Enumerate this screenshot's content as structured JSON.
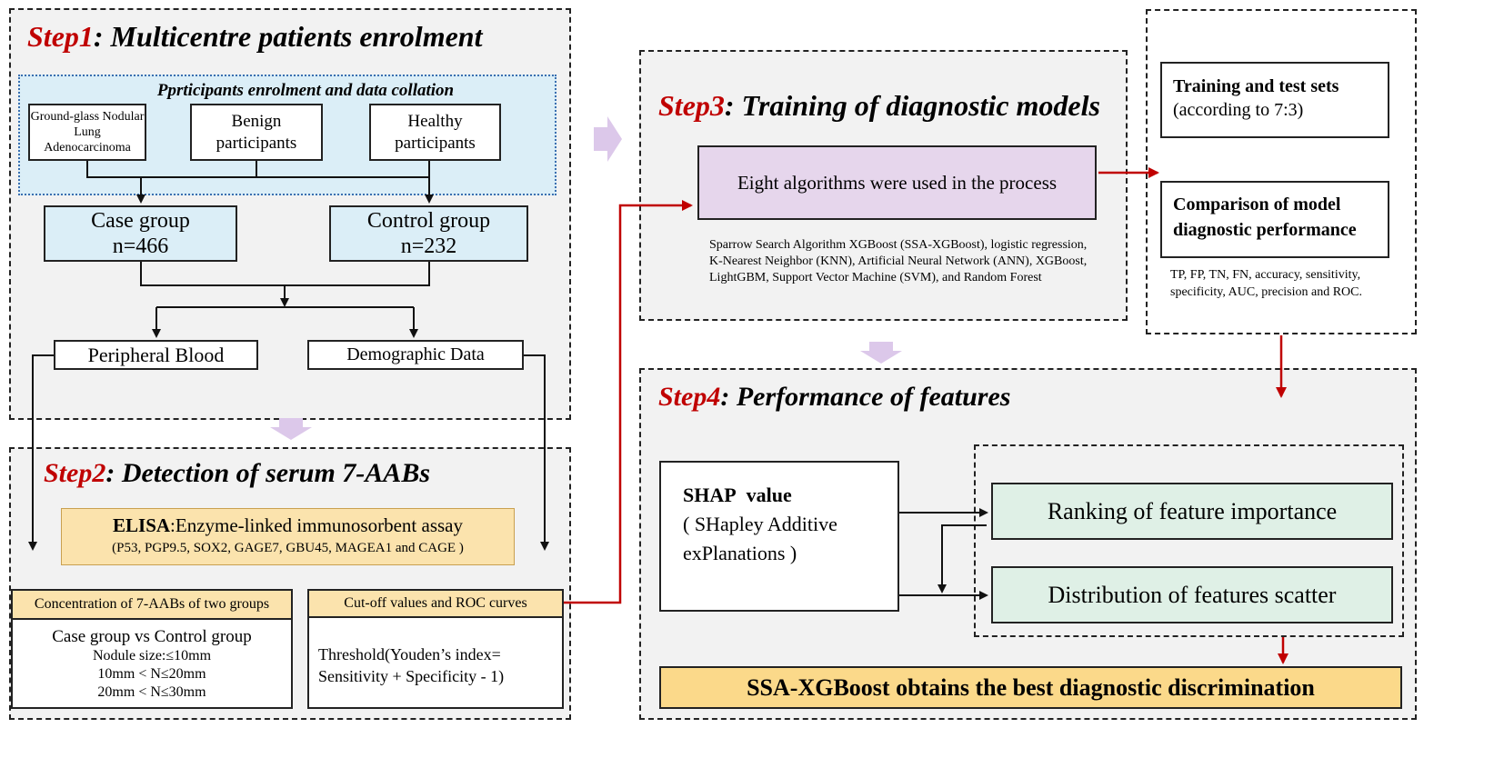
{
  "colors": {
    "step_red": "#c00000",
    "arrow_red": "#c00000",
    "light_blue": "#dbeef7",
    "lavender": "#e6d6ec",
    "mint": "#dff0e6",
    "wheat": "#fbe3ad",
    "panel_gray": "#f2f2f2",
    "big_arrow": "#dcc8ea"
  },
  "step1": {
    "label": "Step1",
    "title": ": Multicentre patients enrolment",
    "enrol_title": "Pprticipants enrolment and data collation",
    "ggn": "Ground-glass Nodular Lung Adenocarcinoma",
    "benign": "Benign participants",
    "healthy": "Healthy participants",
    "case_group": "Case group",
    "case_n": "n=466",
    "control_group": "Control group",
    "control_n": "n=232",
    "blood": "Peripheral Blood",
    "demographic": "Demographic Data"
  },
  "step2": {
    "label": "Step2",
    "title": ": Detection of serum 7-AABs",
    "elisa_bold": "ELISA",
    "elisa_rest": ":Enzyme-linked immunosorbent assay",
    "elisa_markers": "(P53, PGP9.5, SOX2, GAGE7, GBU45, MAGEA1 and CAGE )",
    "conc_header": "Concentration of 7-AABs of two groups",
    "conc_line1": "Case group vs Control group",
    "conc_line2": "Nodule size:≤10mm",
    "conc_line3": "10mm < N≤20mm",
    "conc_line4": "20mm < N≤30mm",
    "cutoff_header": "Cut-off values and ROC curves",
    "cutoff_line1": "Threshold(Youden’s index=",
    "cutoff_line2": "Sensitivity + Specificity - 1)"
  },
  "step3": {
    "label": "Step3",
    "title": ": Training of diagnostic models",
    "algo_box": "Eight algorithms were used in the process",
    "algo_list": "Sparrow Search Algorithm XGBoost (SSA-XGBoost), logistic regression, K-Nearest Neighbor (KNN), Artificial Neural Network (ANN), XGBoost, LightGBM, Support Vector Machine (SVM), and Random Forest"
  },
  "right": {
    "train_bold": "Training and test sets",
    "train_rest": "(according to 7:3)",
    "compare_bold": "Comparison of model diagnostic performance",
    "metrics": "TP, FP, TN, FN, accuracy, sensitivity, specificity, AUC, precision and ROC."
  },
  "step4": {
    "label": "Step4",
    "title": ": Performance of features",
    "shap_bold": "SHAP  value",
    "shap_line2": "( SHapley Additive",
    "shap_line3": "exPlanations )",
    "ranking": "Ranking of feature importance",
    "distribution": "Distribution of features scatter",
    "result": "SSA-XGBoost obtains the best diagnostic discrimination"
  }
}
